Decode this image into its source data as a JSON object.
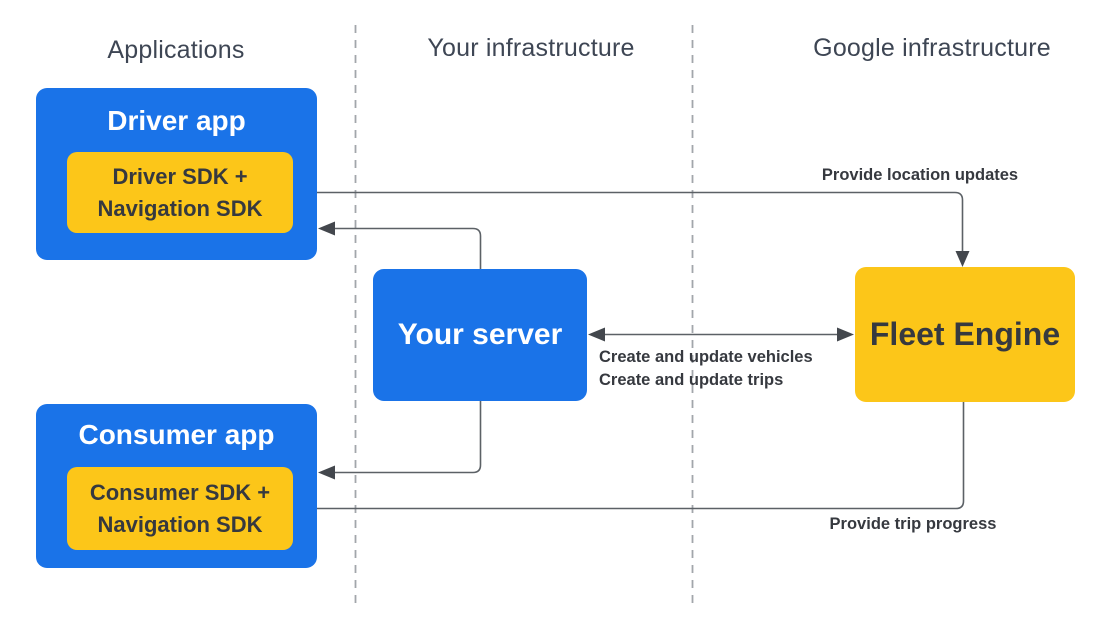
{
  "columns": [
    {
      "label": "Applications"
    },
    {
      "label": "Your infrastructure"
    },
    {
      "label": "Google infrastructure"
    }
  ],
  "nodes": {
    "driver_app": {
      "title": "Driver app",
      "sdk": {
        "line1": "Driver SDK +",
        "line2": "Navigation SDK"
      }
    },
    "consumer_app": {
      "title": "Consumer app",
      "sdk": {
        "line1": "Consumer SDK +",
        "line2": "Navigation SDK"
      }
    },
    "your_server": {
      "title": "Your server"
    },
    "fleet_engine": {
      "title": "Fleet Engine"
    }
  },
  "arrows": {
    "provide_location_updates": {
      "label": "Provide location updates"
    },
    "server_fleet_sync": {
      "label_line1": "Create and update vehicles",
      "label_line2": "Create and update trips"
    },
    "provide_trip_progress": {
      "label": "Provide trip progress"
    }
  },
  "colors": {
    "node_blue": "#1a73e8",
    "node_yellow": "#fcc619",
    "title_on_blue": "#ffffff",
    "dark_text": "#36393f",
    "header_text": "#3e4654",
    "line": "#5c6166",
    "arrowhead": "#43474d",
    "divider": "#a2a6ab",
    "bg": "#ffffff"
  }
}
